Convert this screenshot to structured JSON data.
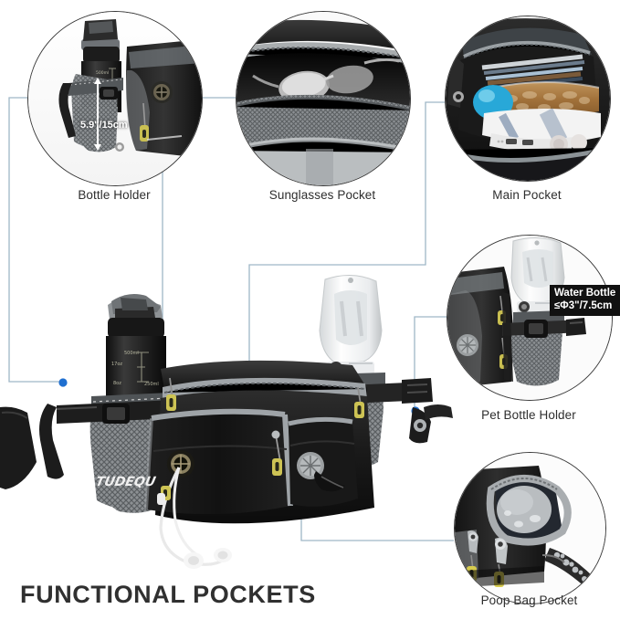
{
  "page": {
    "title": "FUNCTIONAL POCKETS",
    "background_color": "#ffffff",
    "connector_color": "#9fb6c6",
    "dot_color": "#1f6fd0",
    "circle_border_color": "#3a3a3a",
    "caption_color": "#2e2e2e"
  },
  "callouts": [
    {
      "id": "bottle-holder",
      "label": "Bottle Holder",
      "badge": "5.9\"/15cm",
      "position": "top-left"
    },
    {
      "id": "sunglasses-pocket",
      "label": "Sunglasses Pocket",
      "badge": "",
      "position": "top-center"
    },
    {
      "id": "main-pocket",
      "label": "Main Pocket",
      "badge": "",
      "position": "top-right"
    },
    {
      "id": "pet-bottle-holder",
      "label": "Pet Bottle Holder",
      "badge": "Water Bottle\n≤Φ3\"/7.5cm",
      "badge_line1": "Water Bottle",
      "badge_line2": "≤Φ3\"/7.5cm",
      "position": "middle-right"
    },
    {
      "id": "poop-bag-pocket",
      "label": "Poop Bag Pocket",
      "badge": "",
      "position": "bottom-right"
    }
  ],
  "hero": {
    "brand_logo": "TUDEQU",
    "bottle_marks": [
      "500ml",
      "17oz",
      "8oz",
      "250ml"
    ]
  }
}
